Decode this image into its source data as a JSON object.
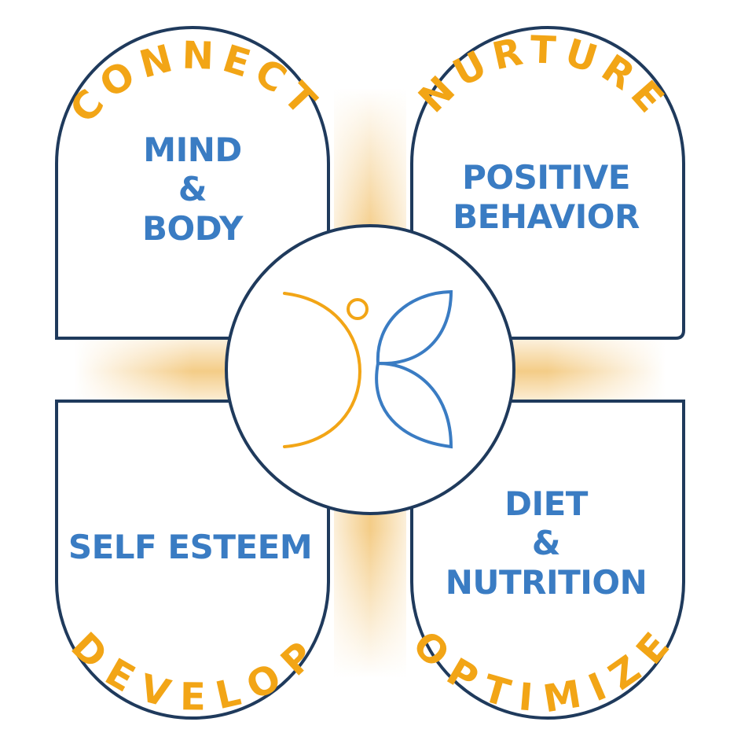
{
  "colors": {
    "navy": "#1f3a5c",
    "blue": "#3a7cc3",
    "orange": "#f2a516",
    "glow": "#f3c77a",
    "panel_fill": "#ffffff"
  },
  "panels": {
    "top_left": {
      "arc_label": "CONNECT",
      "lines": [
        "MIND",
        "&",
        "BODY"
      ]
    },
    "top_right": {
      "arc_label": "NURTURE",
      "lines": [
        "POSITIVE",
        "BEHAVIOR"
      ]
    },
    "bottom_left": {
      "arc_label": "DEVELOP",
      "lines": [
        "SELF ESTEEM"
      ]
    },
    "bottom_right": {
      "arc_label": "OPTIMIZE",
      "lines": [
        "DIET",
        "&",
        "NUTRITION"
      ]
    }
  },
  "center": {
    "icon": "butterfly-person-logo"
  }
}
